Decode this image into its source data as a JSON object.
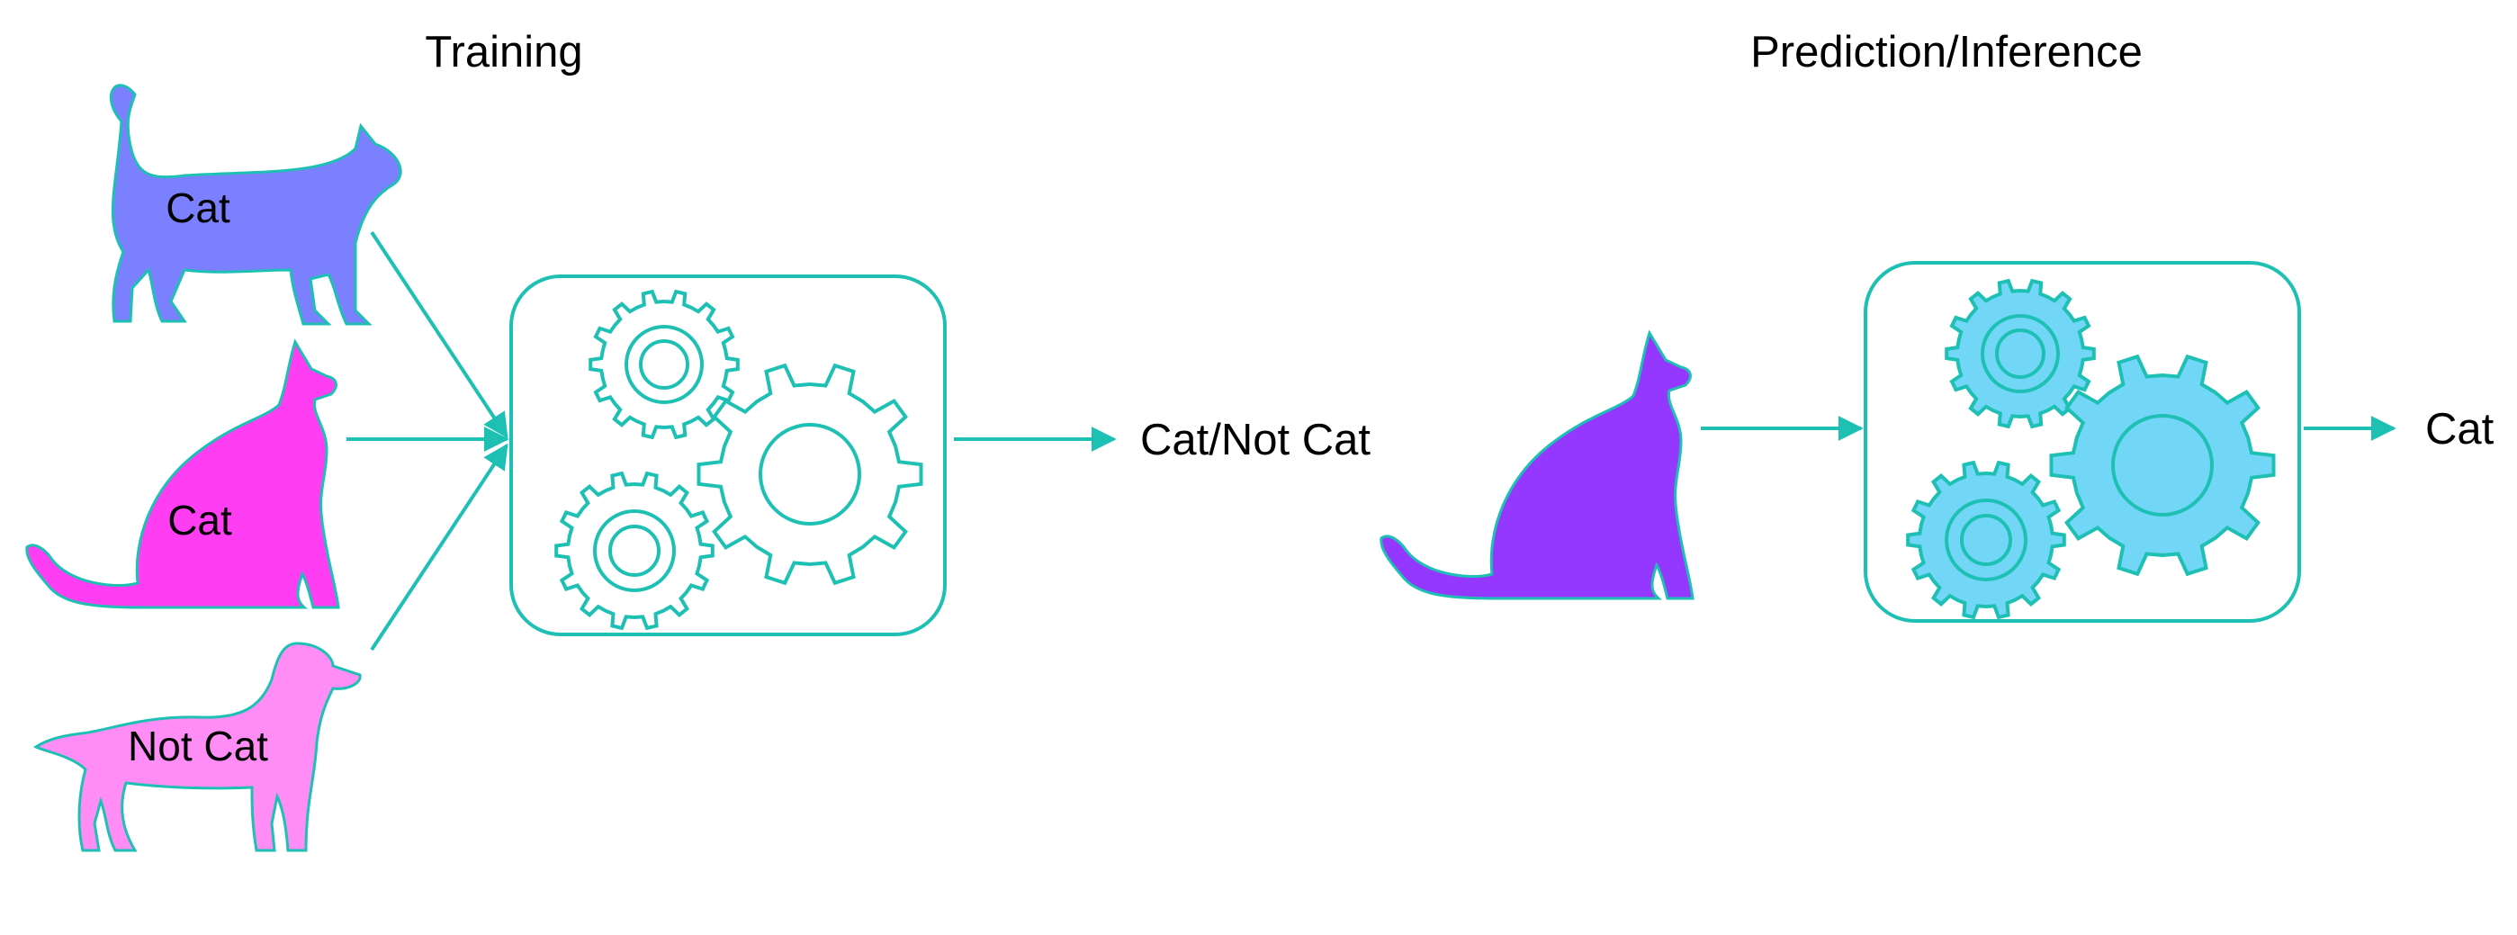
{
  "training": {
    "heading": "Training",
    "examples": [
      {
        "label": "Cat",
        "animal": "walking-cat",
        "color": "#7b80ff"
      },
      {
        "label": "Cat",
        "animal": "sitting-cat",
        "color": "#ff3df2"
      },
      {
        "label": "Not Cat",
        "animal": "dog",
        "color": "#ff8df5"
      }
    ],
    "output": "Cat/Not Cat",
    "model_style": "outlined gears"
  },
  "inference": {
    "heading": "Prediction/Inference",
    "input": {
      "animal": "sitting-cat",
      "color": "#9437ff"
    },
    "output": "Cat",
    "model_style": "filled gears",
    "gear_fill": "#72d6f7"
  },
  "colors": {
    "accent": "#1ec0b4",
    "text": "#000000"
  }
}
